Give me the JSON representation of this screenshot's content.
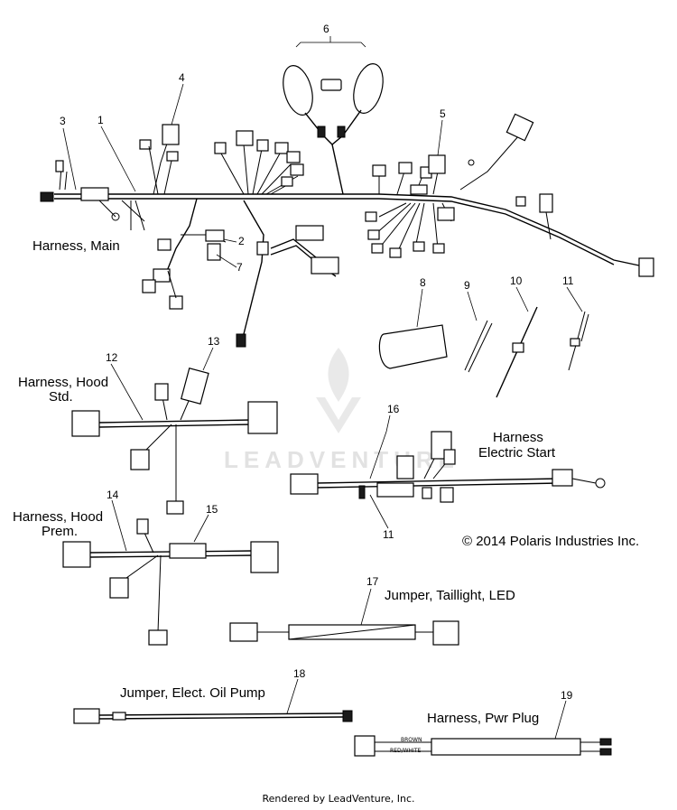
{
  "callouts": {
    "c1": "1",
    "c2": "2",
    "c3": "3",
    "c4": "4",
    "c5": "5",
    "c6": "6",
    "c7": "7",
    "c8": "8",
    "c9": "9",
    "c10": "10",
    "c11a": "11",
    "c11b": "11",
    "c12": "12",
    "c13": "13",
    "c14": "14",
    "c15": "15",
    "c16": "16",
    "c17": "17",
    "c18": "18",
    "c19": "19"
  },
  "labels": {
    "harness_main": "Harness, Main",
    "harness_hood_std_1": "Harness, Hood",
    "harness_hood_std_2": "Std.",
    "harness_hood_prem_1": "Harness, Hood",
    "harness_hood_prem_2": "Prem.",
    "harness_electric_start_1": "Harness",
    "harness_electric_start_2": "Electric Start",
    "jumper_taillight": "Jumper, Taillight, LED",
    "jumper_oil_pump": "Jumper, Elect. Oil Pump",
    "harness_pwr_plug": "Harness, Pwr Plug",
    "wire_brown": "BROWN",
    "wire_red_white": "RED/WHITE"
  },
  "copyright": "© 2014 Polaris Industries Inc.",
  "watermark": "LEADVENTURE",
  "footer": "Rendered by LeadVenture, Inc."
}
